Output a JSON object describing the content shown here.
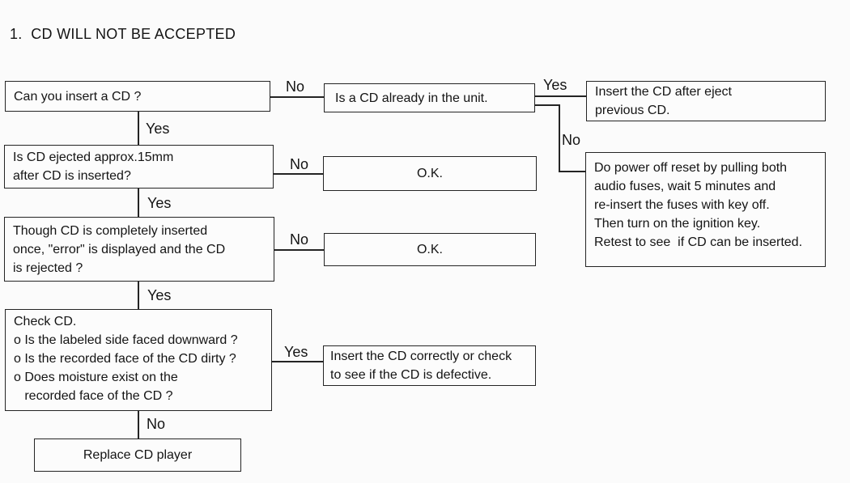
{
  "title": "1.  CD WILL NOT BE ACCEPTED",
  "labels": {
    "yes": "Yes",
    "no": "No"
  },
  "boxes": {
    "q_insert": "Can you insert a CD ?",
    "q_already": "Is a CD already in the unit.",
    "a_eject": "Insert the CD after eject\nprevious CD.",
    "q_ejected": "Is CD ejected approx.15mm\nafter CD is inserted?",
    "ok1": "O.K.",
    "a_reset": "Do power off reset by pulling both\naudio fuses, wait 5 minutes and\nre-insert the fuses with key off.\nThen turn on the ignition key.\nRetest to see  if CD can be inserted.",
    "q_error": "Though CD is completely inserted\nonce, \"error\" is displayed and the CD\nis rejected ?",
    "ok2": "O.K.",
    "q_check": "Check CD.\no Is the labeled side faced downward ?\no Is the recorded face of the CD dirty ?\no Does moisture exist on the\n   recorded face of the CD ?",
    "a_correct": "Insert the CD correctly or check\nto see if the CD is defective.",
    "replace": "Replace CD player"
  },
  "edges": [
    {
      "from": "q_insert",
      "to": "q_already",
      "label": "No"
    },
    {
      "from": "q_insert",
      "to": "q_ejected",
      "label": "Yes"
    },
    {
      "from": "q_already",
      "to": "a_eject",
      "label": "Yes"
    },
    {
      "from": "q_already",
      "to": "a_reset",
      "label": "No"
    },
    {
      "from": "q_ejected",
      "to": "ok1",
      "label": "No"
    },
    {
      "from": "q_ejected",
      "to": "q_error",
      "label": "Yes"
    },
    {
      "from": "q_error",
      "to": "ok2",
      "label": "No"
    },
    {
      "from": "q_error",
      "to": "q_check",
      "label": "Yes"
    },
    {
      "from": "q_check",
      "to": "a_correct",
      "label": "Yes"
    },
    {
      "from": "q_check",
      "to": "replace",
      "label": "No"
    }
  ],
  "colors": {
    "ink": "#242424",
    "paper": "#fbfbfb"
  }
}
